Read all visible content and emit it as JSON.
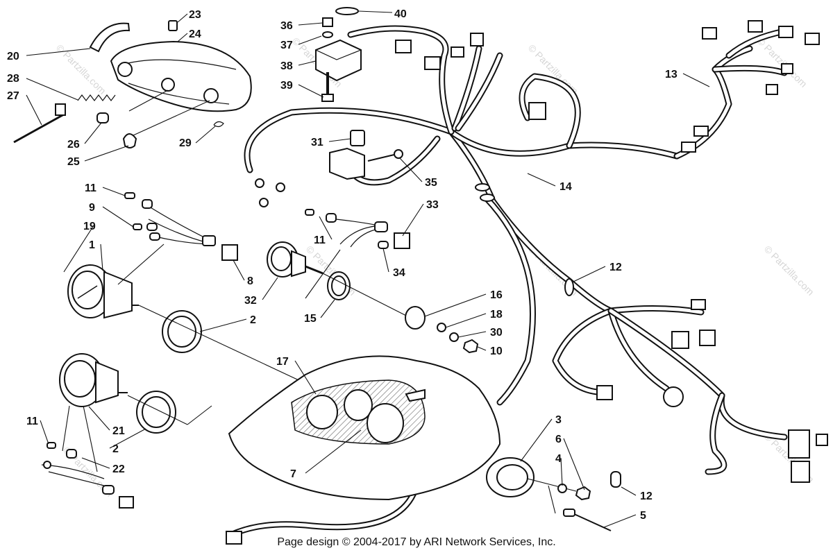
{
  "footer": "Page design © 2004-2017 by ARI Network Services, Inc.",
  "watermark": "© Partzilla.com",
  "callouts": [
    {
      "id": "c20",
      "text": "20"
    },
    {
      "id": "c28",
      "text": "28"
    },
    {
      "id": "c27",
      "text": "27"
    },
    {
      "id": "c23",
      "text": "23"
    },
    {
      "id": "c24",
      "text": "24"
    },
    {
      "id": "c26",
      "text": "26"
    },
    {
      "id": "c25",
      "text": "25"
    },
    {
      "id": "c29",
      "text": "29"
    },
    {
      "id": "c36",
      "text": "36"
    },
    {
      "id": "c40",
      "text": "40"
    },
    {
      "id": "c37",
      "text": "37"
    },
    {
      "id": "c38",
      "text": "38"
    },
    {
      "id": "c39",
      "text": "39"
    },
    {
      "id": "c31",
      "text": "31"
    },
    {
      "id": "c35",
      "text": "35"
    },
    {
      "id": "c13",
      "text": "13"
    },
    {
      "id": "c14",
      "text": "14"
    },
    {
      "id": "c11a",
      "text": "11"
    },
    {
      "id": "c9",
      "text": "9"
    },
    {
      "id": "c19",
      "text": "19"
    },
    {
      "id": "c1",
      "text": "1"
    },
    {
      "id": "c8",
      "text": "8"
    },
    {
      "id": "c33",
      "text": "33"
    },
    {
      "id": "c11b",
      "text": "11"
    },
    {
      "id": "c34",
      "text": "34"
    },
    {
      "id": "c32",
      "text": "32"
    },
    {
      "id": "c15",
      "text": "15"
    },
    {
      "id": "c2a",
      "text": "2"
    },
    {
      "id": "c16",
      "text": "16"
    },
    {
      "id": "c18",
      "text": "18"
    },
    {
      "id": "c30",
      "text": "30"
    },
    {
      "id": "c10",
      "text": "10"
    },
    {
      "id": "c12a",
      "text": "12"
    },
    {
      "id": "c17",
      "text": "17"
    },
    {
      "id": "c11c",
      "text": "11"
    },
    {
      "id": "c21",
      "text": "21"
    },
    {
      "id": "c2b",
      "text": "2"
    },
    {
      "id": "c22",
      "text": "22"
    },
    {
      "id": "c7",
      "text": "7"
    },
    {
      "id": "c3",
      "text": "3"
    },
    {
      "id": "c6",
      "text": "6"
    },
    {
      "id": "c4",
      "text": "4"
    },
    {
      "id": "c12b",
      "text": "12"
    },
    {
      "id": "c5",
      "text": "5"
    }
  ]
}
